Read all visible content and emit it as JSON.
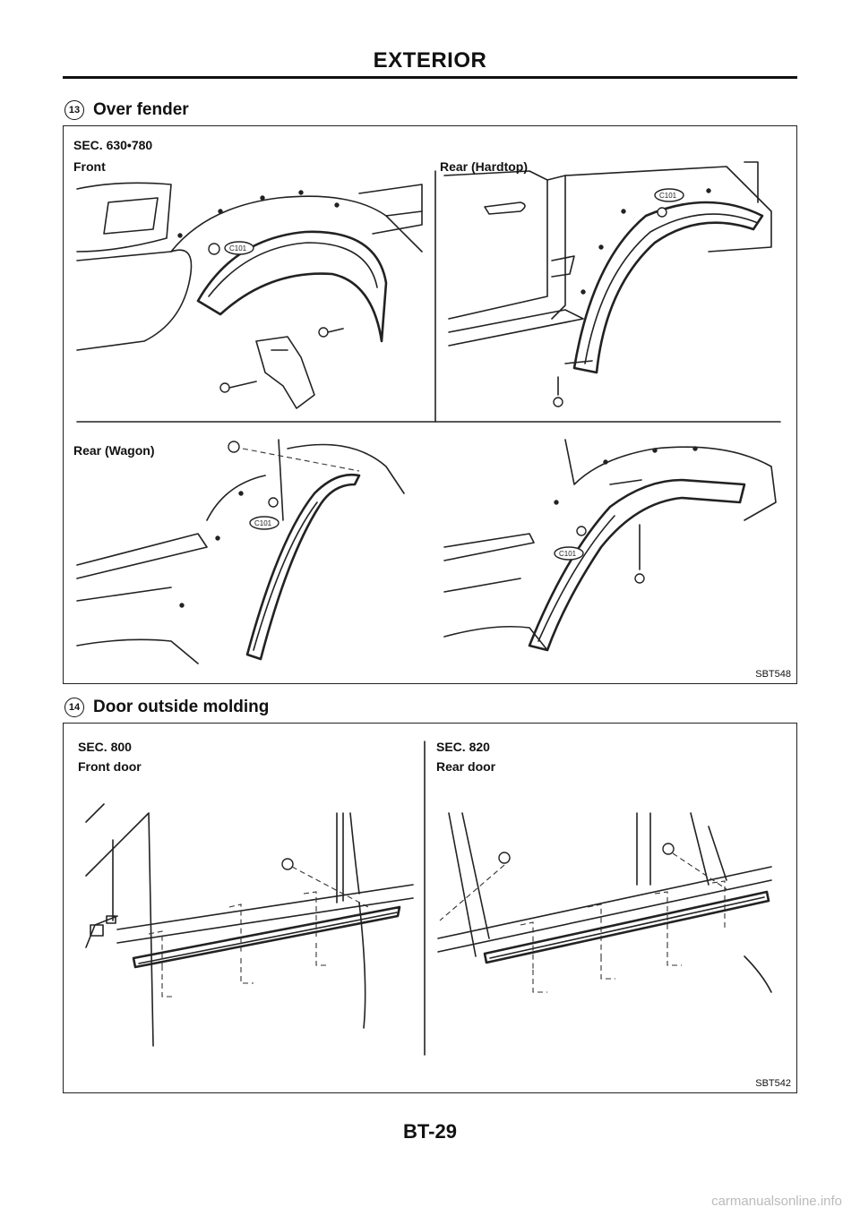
{
  "header": {
    "title": "EXTERIOR"
  },
  "section13": {
    "number": "13",
    "title": "Over fender",
    "sec_label": "SEC. 630•780",
    "front_label": "Front",
    "rear_hardtop_label": "Rear (Hardtop)",
    "rear_wagon_label": "Rear (Wagon)",
    "clip_label": "C101",
    "figure_code": "SBT548"
  },
  "section14": {
    "number": "14",
    "title": "Door outside molding",
    "front_sec_label": "SEC. 800",
    "front_label": "Front door",
    "rear_sec_label": "SEC. 820",
    "rear_label": "Rear door",
    "figure_code": "SBT542"
  },
  "footer": {
    "page_number": "BT-29"
  },
  "watermark": "carmanualsonline.info"
}
